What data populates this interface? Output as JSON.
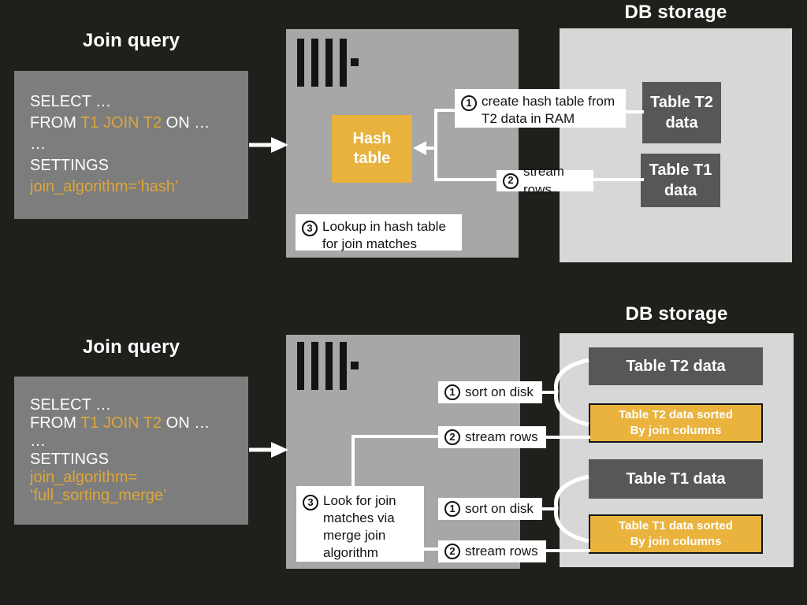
{
  "colors": {
    "background": "#201f1b",
    "query_box_gray": "#7d7d7d",
    "server_box_gray": "#a7a7a7",
    "db_storage_gray": "#d7d7d7",
    "table_dark_gray": "#575756",
    "accent_orange": "#e8b23c",
    "text_orange": "#dfa637",
    "white": "#ffffff"
  },
  "icons": {
    "server_logo": "clickhouse-bars-logo"
  },
  "hash_join": {
    "join_query_title": "Join query",
    "query": {
      "select": "SELECT …",
      "from_kw": "FROM ",
      "from_tables": "T1 JOIN T2",
      "from_on": " ON …",
      "ellipsis": "…",
      "settings_kw": "SETTINGS",
      "algorithm": "join_algorithm=‘hash’"
    },
    "server": {
      "hash_table_label": "Hash table"
    },
    "steps": {
      "step1": {
        "num": "1",
        "text": "create hash table from T2 data in RAM"
      },
      "step2": {
        "num": "2",
        "text": "stream rows"
      },
      "step3": {
        "num": "3",
        "text": "Lookup in hash table for join matches"
      }
    },
    "db": {
      "title": "DB storage",
      "table_t2": "Table T2 data",
      "table_t1": "Table T1 data"
    }
  },
  "merge_join": {
    "join_query_title": "Join query",
    "query": {
      "select": "SELECT …",
      "from_kw": "FROM ",
      "from_tables": "T1 JOIN T2",
      "from_on": " ON …",
      "ellipsis": "…",
      "settings_kw": "SETTINGS",
      "algorithm_line1": "join_algorithm=",
      "algorithm_line2": "‘full_sorting_merge’"
    },
    "steps": {
      "sort_t2": {
        "num": "1",
        "text": "sort on disk"
      },
      "stream_t2": {
        "num": "2",
        "text": "stream rows"
      },
      "step3": {
        "num": "3",
        "text": "Look for join matches via merge join algorithm"
      },
      "sort_t1": {
        "num": "1",
        "text": "sort on disk"
      },
      "stream_t1": {
        "num": "2",
        "text": "stream rows"
      }
    },
    "db": {
      "title": "DB storage",
      "table_t2": "Table T2 data",
      "table_t2_sorted_l1": "Table T2 data sorted",
      "table_t2_sorted_l2": "By join columns",
      "table_t1": "Table T1 data",
      "table_t1_sorted_l1": "Table T1 data sorted",
      "table_t1_sorted_l2": "By join columns"
    }
  }
}
